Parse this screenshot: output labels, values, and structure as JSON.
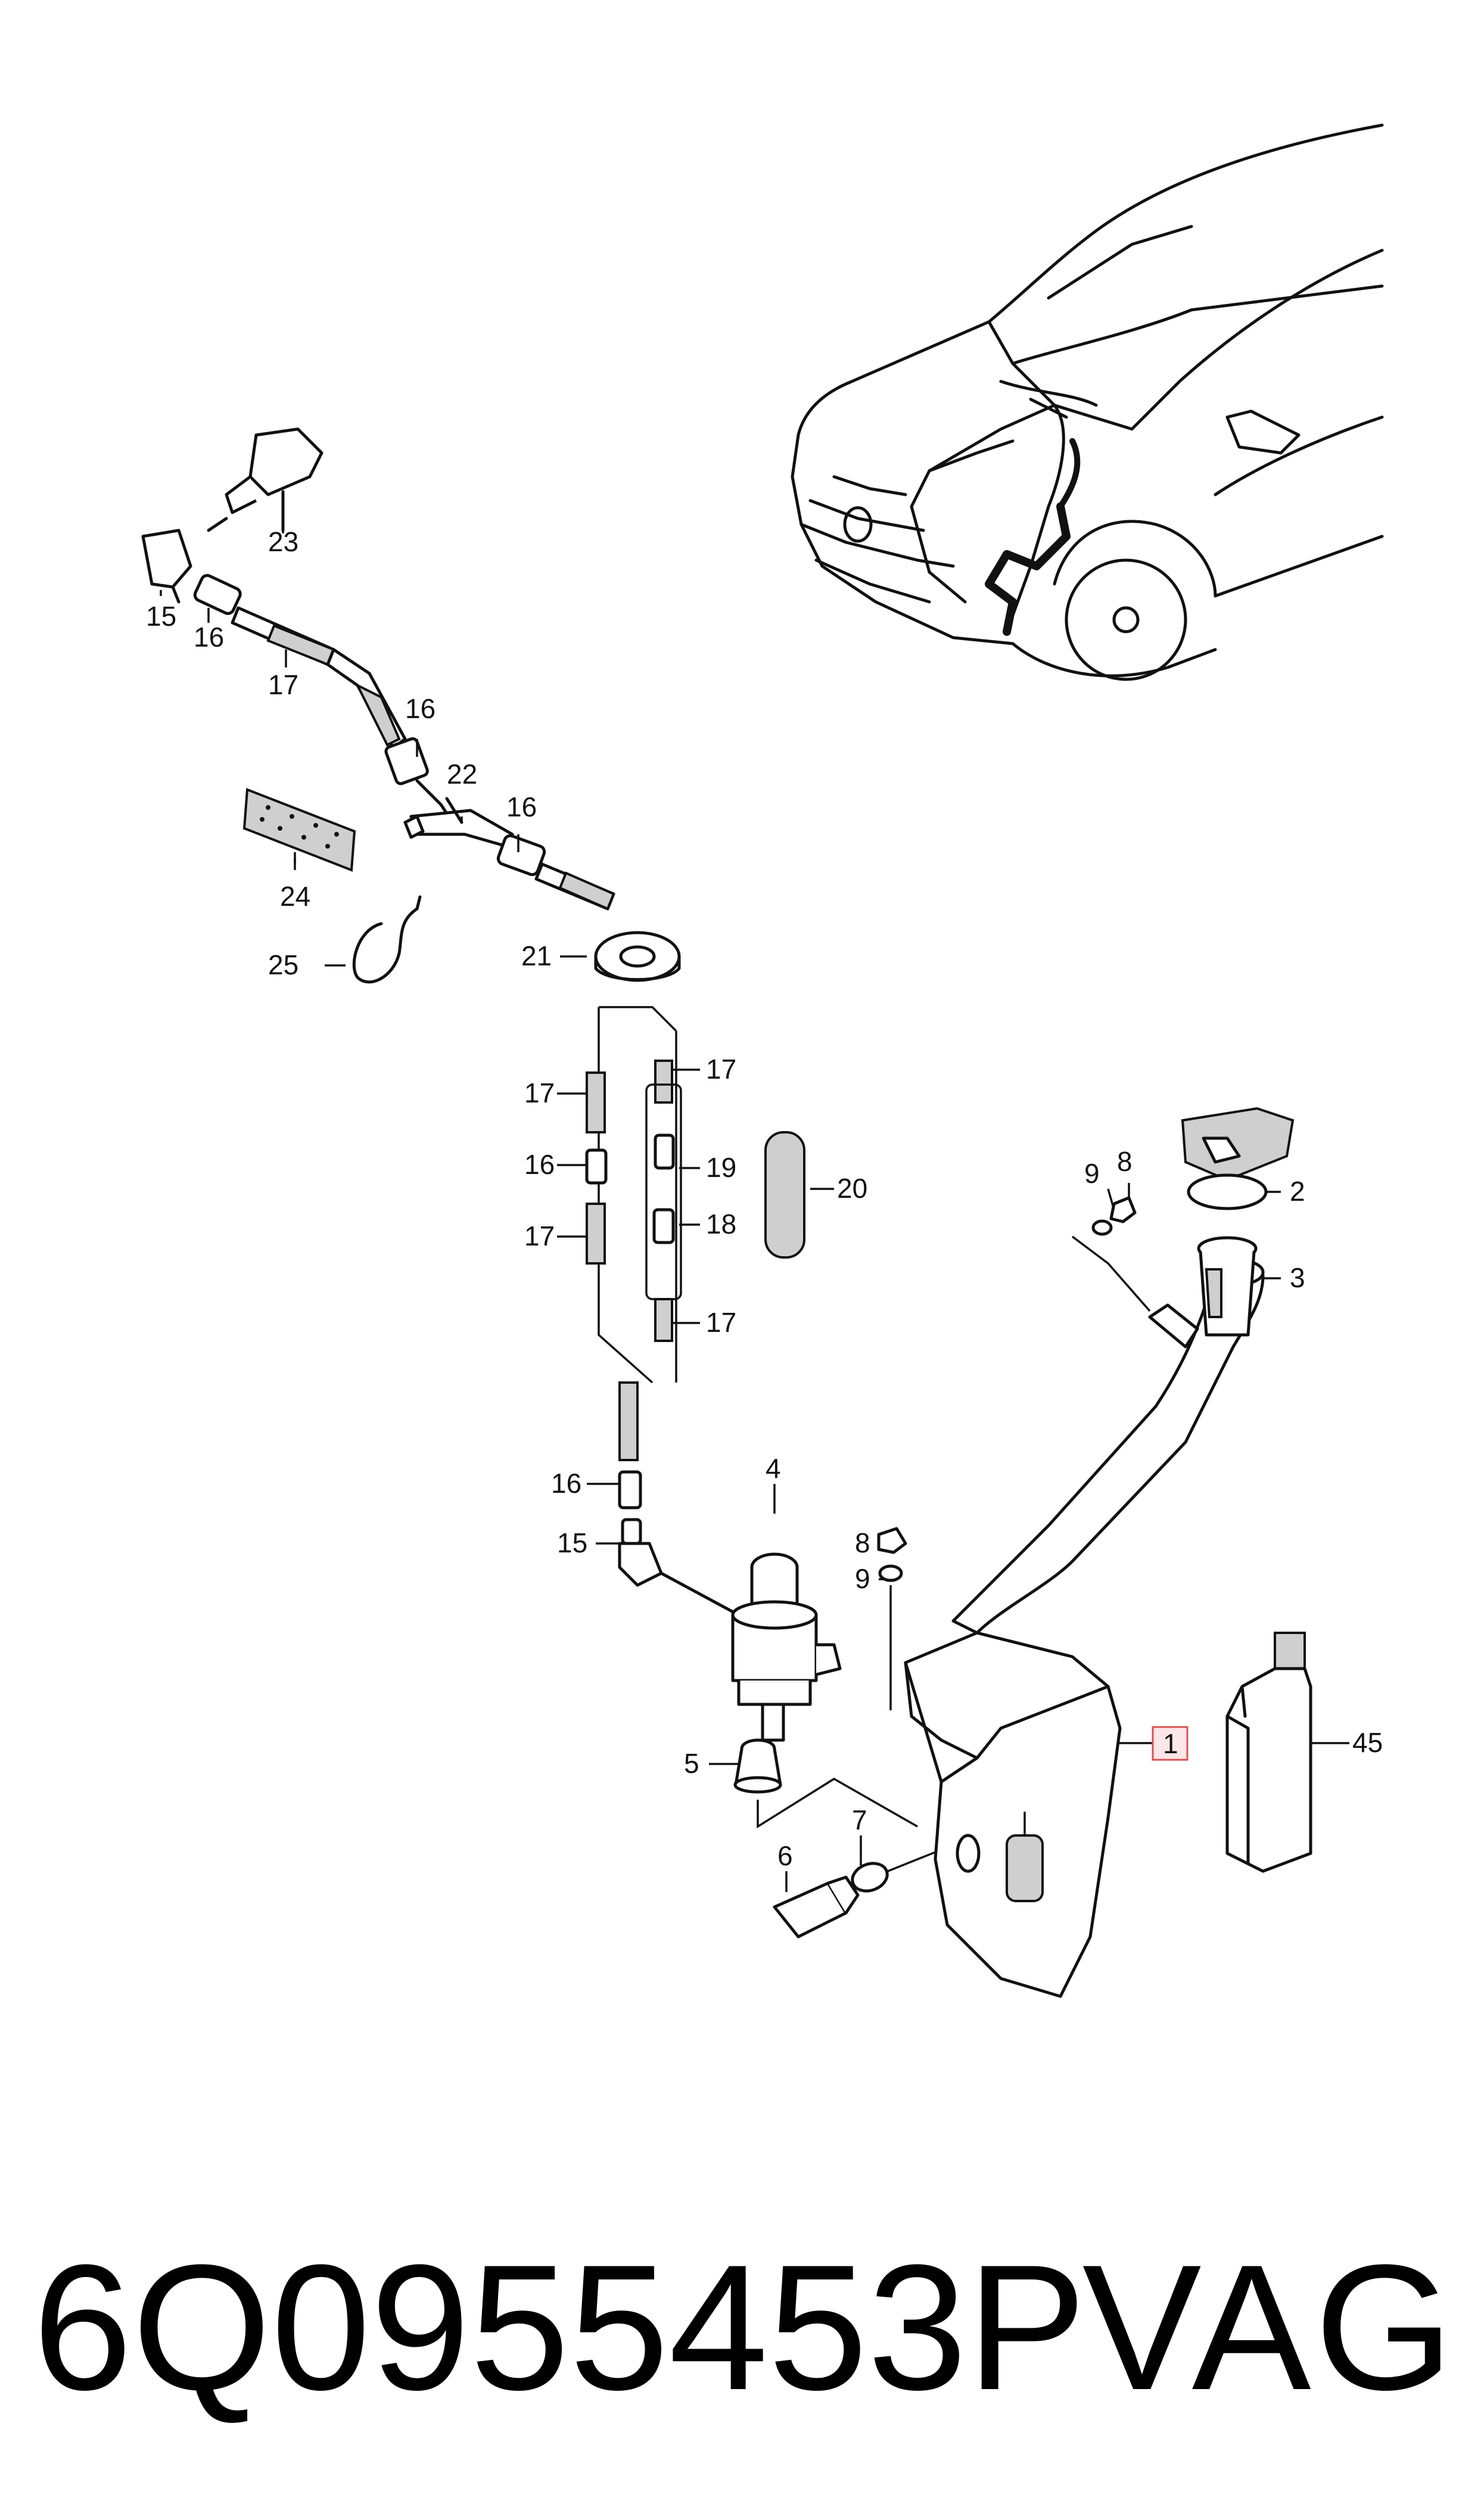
{
  "callouts": {
    "c1": "1",
    "c2": "2",
    "c3": "3",
    "c4": "4",
    "c5": "5",
    "c6": "6",
    "c7": "7",
    "c8a": "8",
    "c8b": "8",
    "c9a": "9",
    "c9b": "9",
    "c15a": "15",
    "c15b": "15",
    "c16a": "16",
    "c16b": "16",
    "c16c": "16",
    "c16d": "16",
    "c16e": "16",
    "c17a": "17",
    "c17b": "17",
    "c17c": "17",
    "c17d": "17",
    "c17e": "17",
    "c18": "18",
    "c19": "19",
    "c20": "20",
    "c21": "21",
    "c22": "22",
    "c23": "23",
    "c24": "24",
    "c25": "25",
    "c45": "45"
  },
  "highlight": {
    "color": "#d9534f",
    "fill": "#fde6e8",
    "part": "1"
  },
  "footer": {
    "part_number": "6Q0955453P",
    "brand": "VAG"
  }
}
